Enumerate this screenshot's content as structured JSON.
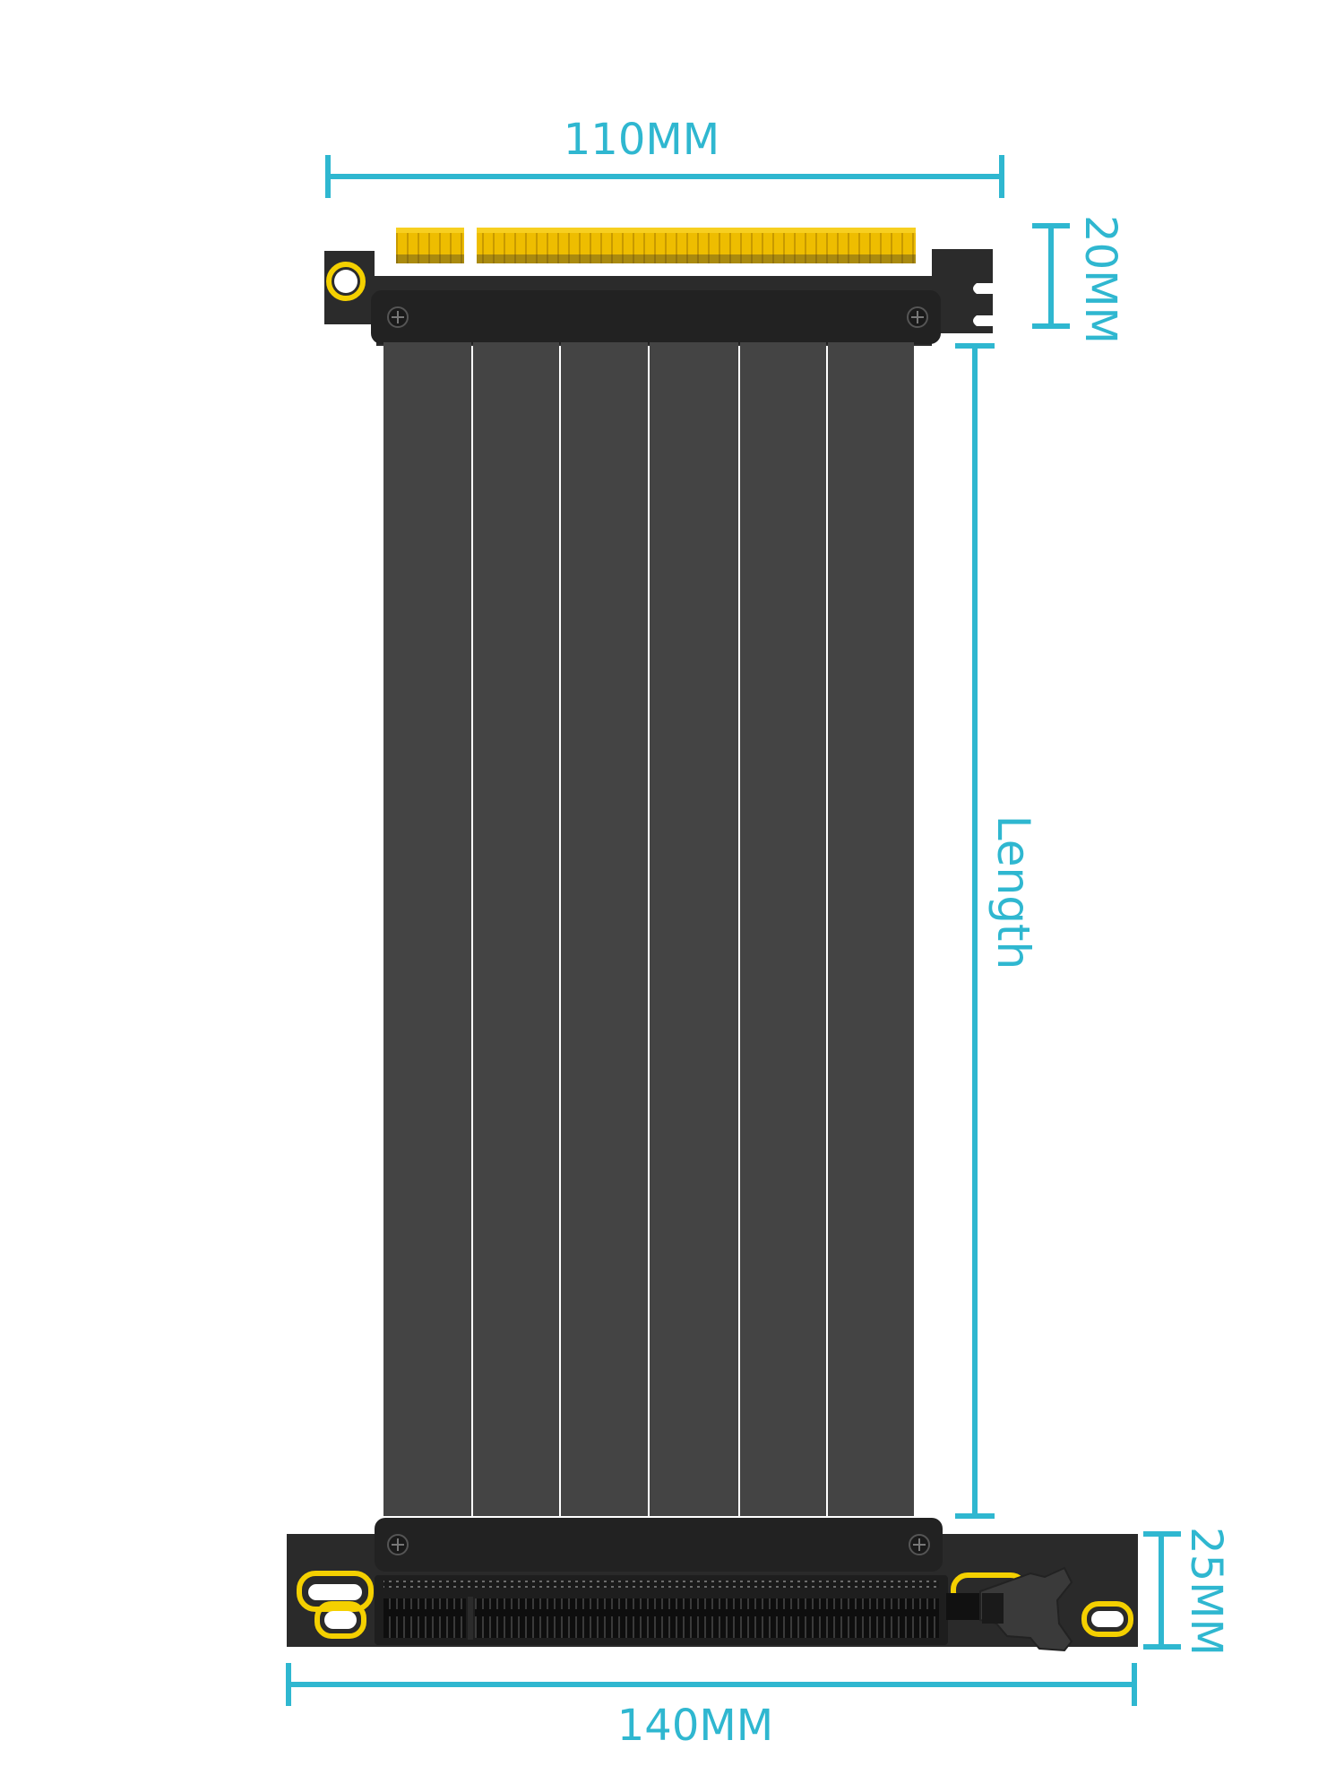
{
  "dimensions": {
    "top_width": "110MM",
    "top_height": "20MM",
    "length": "Length",
    "bottom_height": "25MM",
    "bottom_width": "140MM"
  },
  "colors": {
    "dimension": "#2fb7d0",
    "cable": "#444444",
    "board": "#2a2a2a",
    "cover": "#232323",
    "gold": "#e8b400",
    "yellow_ring": "#f4d000",
    "slot": "#111111"
  },
  "cable": {
    "ribbon_count": 6
  }
}
